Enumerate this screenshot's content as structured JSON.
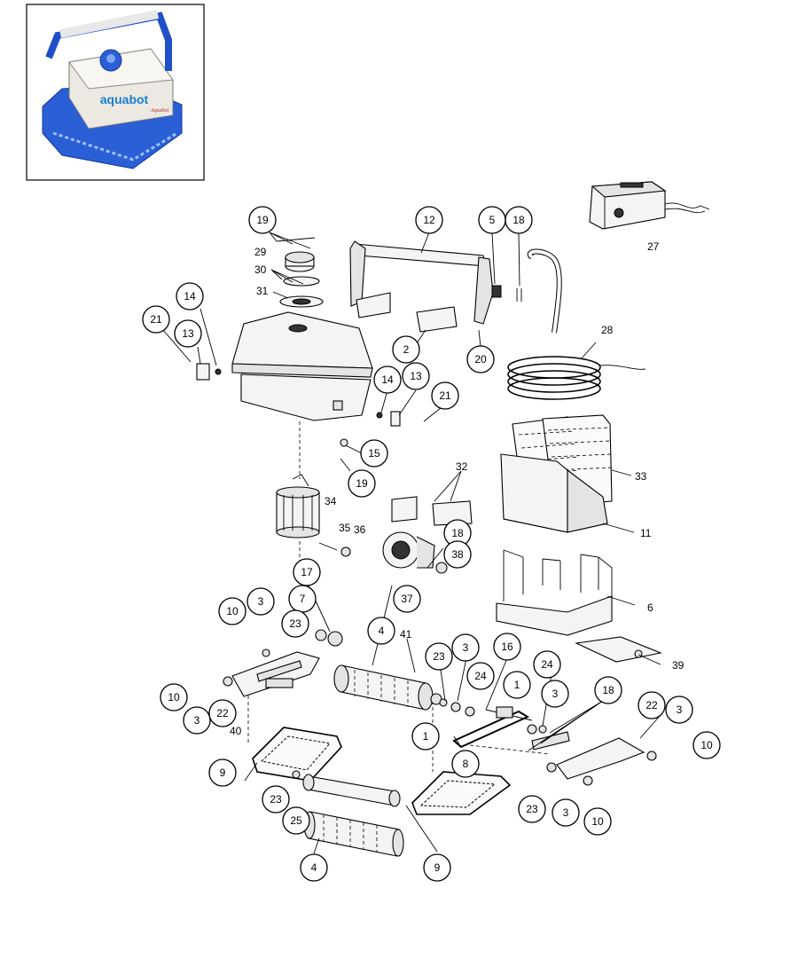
{
  "product": {
    "brand_text": "aquabot",
    "script_text": "Aquabot"
  },
  "callouts": [
    {
      "id": "c-19a",
      "num": "19"
    },
    {
      "id": "c-29",
      "num": "29"
    },
    {
      "id": "c-30",
      "num": "30"
    },
    {
      "id": "c-31",
      "num": "31"
    },
    {
      "id": "c-12",
      "num": "12"
    },
    {
      "id": "c-5",
      "num": "5"
    },
    {
      "id": "c-18a",
      "num": "18"
    },
    {
      "id": "c-27",
      "num": "27"
    },
    {
      "id": "c-14a",
      "num": "14"
    },
    {
      "id": "c-21a",
      "num": "21"
    },
    {
      "id": "c-13a",
      "num": "13"
    },
    {
      "id": "c-2",
      "num": "2"
    },
    {
      "id": "c-20",
      "num": "20"
    },
    {
      "id": "c-28",
      "num": "28"
    },
    {
      "id": "c-14b",
      "num": "14"
    },
    {
      "id": "c-13b",
      "num": "13"
    },
    {
      "id": "c-21b",
      "num": "21"
    },
    {
      "id": "c-15",
      "num": "15"
    },
    {
      "id": "c-19b",
      "num": "19"
    },
    {
      "id": "c-32",
      "num": "32"
    },
    {
      "id": "c-33",
      "num": "33"
    },
    {
      "id": "c-34",
      "num": "34"
    },
    {
      "id": "c-35",
      "num": "35"
    },
    {
      "id": "c-36",
      "num": "36"
    },
    {
      "id": "c-11",
      "num": "11"
    },
    {
      "id": "c-18b",
      "num": "18"
    },
    {
      "id": "c-38",
      "num": "38"
    },
    {
      "id": "c-37",
      "num": "37"
    },
    {
      "id": "c-17",
      "num": "17"
    },
    {
      "id": "c-6",
      "num": "6"
    },
    {
      "id": "c-7",
      "num": "7"
    },
    {
      "id": "c-10a",
      "num": "10"
    },
    {
      "id": "c-3a",
      "num": "3"
    },
    {
      "id": "c-23a",
      "num": "23"
    },
    {
      "id": "c-4a",
      "num": "4"
    },
    {
      "id": "c-41",
      "num": "41"
    },
    {
      "id": "c-39",
      "num": "39"
    },
    {
      "id": "c-23b",
      "num": "23"
    },
    {
      "id": "c-3b",
      "num": "3"
    },
    {
      "id": "c-16",
      "num": "16"
    },
    {
      "id": "c-24a",
      "num": "24"
    },
    {
      "id": "c-10b",
      "num": "10"
    },
    {
      "id": "c-3c",
      "num": "3"
    },
    {
      "id": "c-22a",
      "num": "22"
    },
    {
      "id": "c-40",
      "num": "40"
    },
    {
      "id": "c-1a",
      "num": "1"
    },
    {
      "id": "c-1b",
      "num": "1"
    },
    {
      "id": "c-24b",
      "num": "24"
    },
    {
      "id": "c-3d",
      "num": "3"
    },
    {
      "id": "c-18c",
      "num": "18"
    },
    {
      "id": "c-22b",
      "num": "22"
    },
    {
      "id": "c-3e",
      "num": "3"
    },
    {
      "id": "c-10c",
      "num": "10"
    },
    {
      "id": "c-8",
      "num": "8"
    },
    {
      "id": "c-9a",
      "num": "9"
    },
    {
      "id": "c-23c",
      "num": "23"
    },
    {
      "id": "c-25",
      "num": "25"
    },
    {
      "id": "c-23d",
      "num": "23"
    },
    {
      "id": "c-3f",
      "num": "3"
    },
    {
      "id": "c-10d",
      "num": "10"
    },
    {
      "id": "c-4b",
      "num": "4"
    },
    {
      "id": "c-9b",
      "num": "9"
    }
  ],
  "plain_labels": [
    {
      "id": "l-27",
      "text": "27"
    },
    {
      "id": "l-28",
      "text": "28"
    },
    {
      "id": "l-33",
      "text": "33"
    },
    {
      "id": "l-34",
      "text": "34"
    },
    {
      "id": "l-35",
      "text": "35"
    },
    {
      "id": "l-36",
      "text": "36"
    },
    {
      "id": "l-11",
      "text": "11"
    },
    {
      "id": "l-6",
      "text": "6"
    },
    {
      "id": "l-39",
      "text": "39"
    },
    {
      "id": "l-40",
      "text": "40"
    },
    {
      "id": "l-41",
      "text": "41"
    },
    {
      "id": "l-30",
      "text": "30"
    },
    {
      "id": "l-29",
      "text": "29"
    },
    {
      "id": "l-31",
      "text": "31"
    },
    {
      "id": "l-32",
      "text": "32"
    }
  ]
}
